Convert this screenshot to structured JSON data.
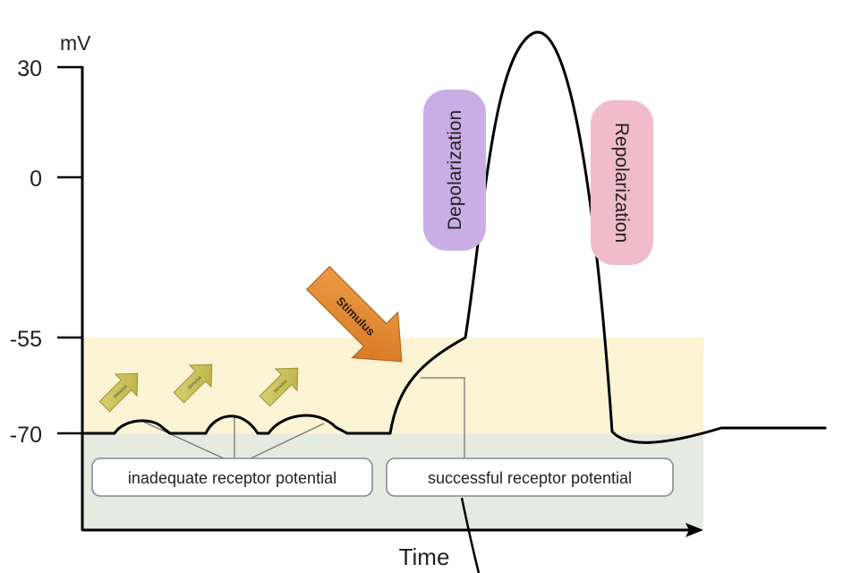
{
  "axes": {
    "y_unit": "mV",
    "y_ticks": [
      {
        "value": 30,
        "label": "30"
      },
      {
        "value": 0,
        "label": "0"
      },
      {
        "value": -55,
        "label": "-55"
      },
      {
        "value": -70,
        "label": "-70"
      }
    ],
    "x_label": "Time"
  },
  "phases": {
    "depolarization": "Depolarization",
    "repolarization": "Repolarization"
  },
  "stimulus": {
    "main_label": "Stimulus",
    "small_label": "Stimulus"
  },
  "boxes": {
    "inadequate": "inadequate receptor potential",
    "successful": "successful receptor potential"
  },
  "colors": {
    "threshold_band": "#fbf3d3",
    "resting_band": "#e5ebe1",
    "depolarization_pill": "#c9aee6",
    "repolarization_pill": "#f0bccb",
    "main_arrow": "#e1892f",
    "small_arrows": "#cfc55a"
  }
}
